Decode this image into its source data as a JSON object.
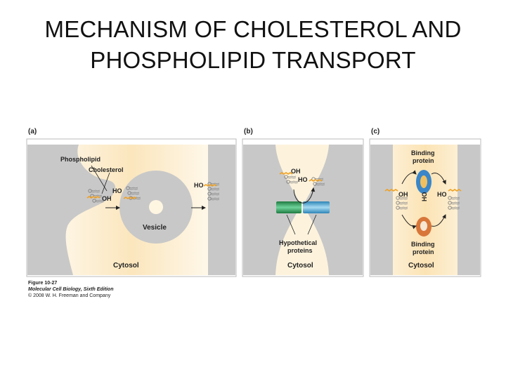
{
  "slide": {
    "title_line1": "MECHANISM OF CHOLESTEROL AND",
    "title_line2": "PHOSPHOLIPID TRANSPORT"
  },
  "figure": {
    "panel_a": {
      "tag": "(a)",
      "phospholipid": "Phospholipid",
      "cholesterol": "Cholesterol",
      "ho1": "HO",
      "oh1": "OH",
      "ho2": "HO",
      "vesicle": "Vesicle",
      "cytosol": "Cytosol"
    },
    "panel_b": {
      "tag": "(b)",
      "oh": "OH",
      "ho": "HO",
      "proteins_line1": "Hypothetical",
      "proteins_line2": "proteins",
      "cytosol": "Cytosol"
    },
    "panel_c": {
      "tag": "(c)",
      "binding_top_line1": "Binding",
      "binding_top_line2": "protein",
      "oh": "OH",
      "ho_vertical": "HO",
      "ho": "HO",
      "binding_bottom_line1": "Binding",
      "binding_bottom_line2": "protein",
      "cytosol": "Cytosol"
    },
    "caption": {
      "line1": "Figure 10-27",
      "line2": "Molecular Cell Biology, Sixth Edition",
      "line3": "© 2008 W. H. Freeman and Company"
    },
    "colors": {
      "membrane": "#c8c8c8",
      "cytosol_glow": "#fbe9c6",
      "lipid_tail": "#f0a020",
      "protein_green": "#2fa058",
      "protein_blue": "#5ab0dc",
      "binding_blue": "#3a86c8",
      "binding_orange": "#d8763a"
    }
  }
}
